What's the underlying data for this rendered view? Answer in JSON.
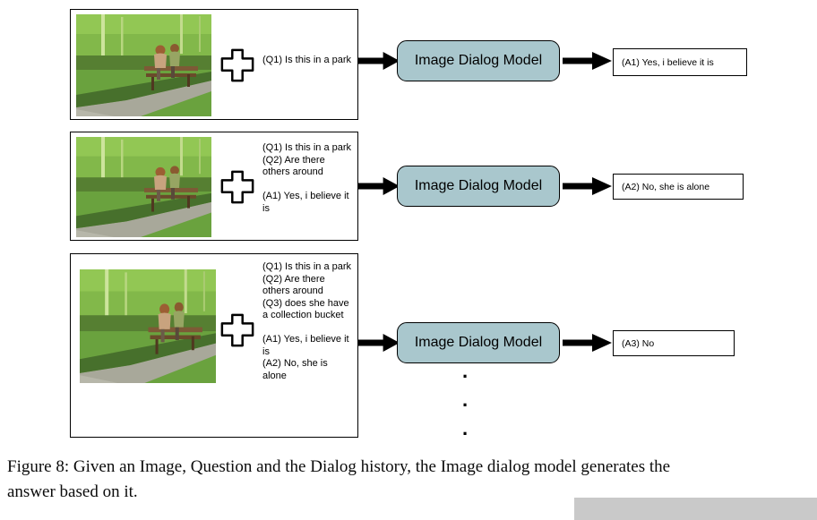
{
  "rows": [
    {
      "dialog": "(Q1) Is this in a park",
      "model_label": "Image Dialog Model",
      "answer": "(A1) Yes, i believe it is"
    },
    {
      "dialog": "(Q1) Is this in a park\n(Q2) Are there others around\n\n(A1) Yes, i believe it is",
      "model_label": "Image Dialog Model",
      "answer": "(A2) No, she is alone"
    },
    {
      "dialog": "(Q1) Is this in a park\n(Q2) Are there others around\n(Q3) does she have a collection bucket\n\n(A1) Yes, i believe it is\n(A2) No, she is alone",
      "model_label": "Image Dialog Model",
      "answer": "(A3) No"
    }
  ],
  "ellipsis_dots": [
    ".",
    ".",
    "."
  ],
  "caption": {
    "line1": "Figure 8: Given an Image, Question and the Dialog history, the Image dialog model generates the",
    "line2": "answer based on it."
  },
  "icons": {
    "plus": "plus-icon",
    "arrow": "arrow-right-icon",
    "photo": "park-bench-photo"
  },
  "colors": {
    "model_box_fill": "#a9c7cd",
    "box_border": "#000000",
    "gray_block": "#c9c9c9"
  }
}
